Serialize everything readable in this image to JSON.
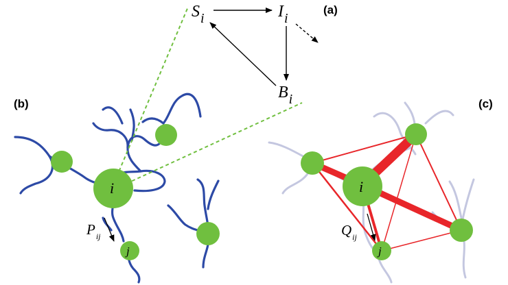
{
  "panels": {
    "a": "(a)",
    "b": "(b)",
    "c": "(c)"
  },
  "compartments": {
    "s": "S",
    "i": "I",
    "b": "B",
    "sub": "i"
  },
  "nodes": {
    "hub": "i",
    "neighbor": "j"
  },
  "probabilities": {
    "p": "P",
    "q": "Q",
    "sub": "ij"
  },
  "colors": {
    "node_fill": "#70bf3f",
    "river_dark": "#2d4aa6",
    "river_faded": "#c4c7e0",
    "edge_red": "#e8262a",
    "connector_dashed": "#70bf3f",
    "arrow": "#000000"
  }
}
